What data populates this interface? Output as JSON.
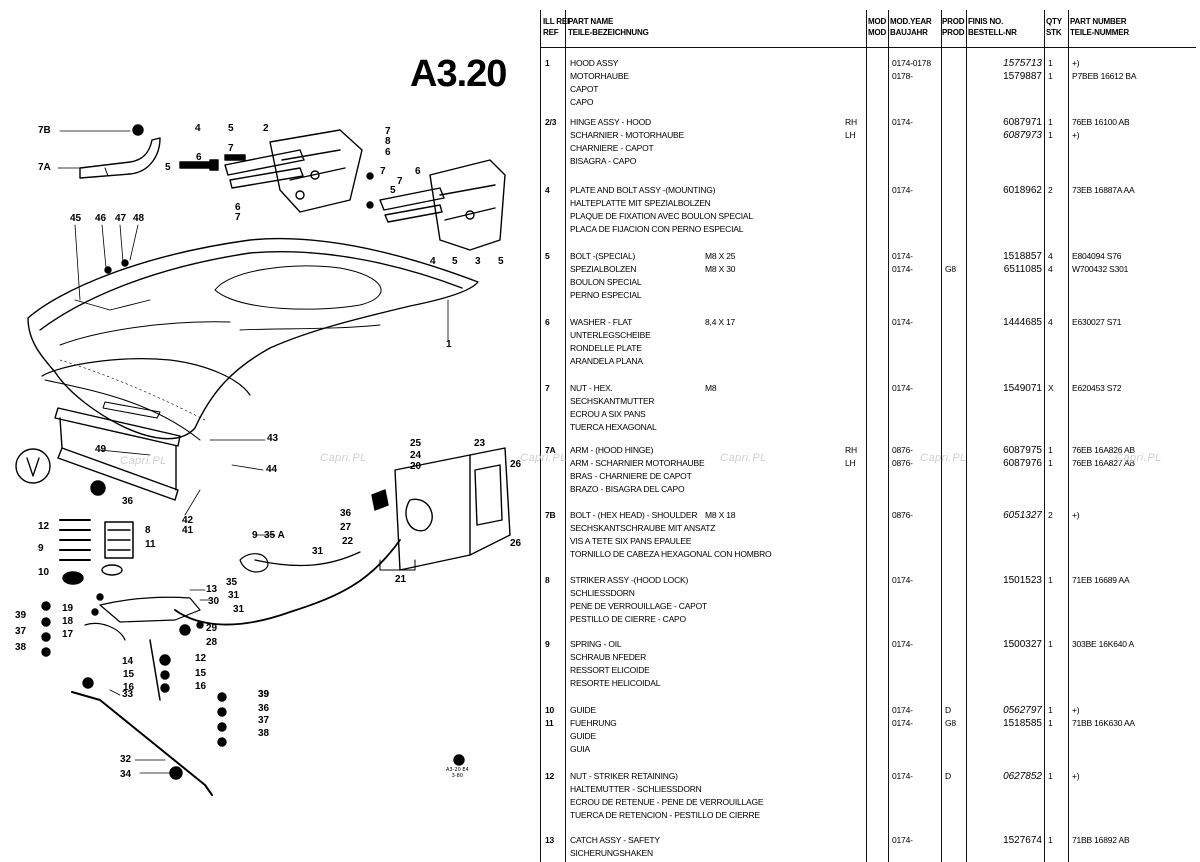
{
  "section_code": "A3.20",
  "watermark": "Capri.PL",
  "stamp_text": [
    "A3-20 E4",
    "3-80"
  ],
  "callouts": [
    "7B",
    "7A",
    "5",
    "4",
    "2",
    "5",
    "6",
    "7",
    "6",
    "7",
    "7",
    "8",
    "6",
    "7",
    "5",
    "7",
    "6",
    "4",
    "5",
    "3",
    "5",
    "45",
    "46",
    "47",
    "48",
    "1",
    "43",
    "44",
    "49",
    "36",
    "42",
    "41",
    "12",
    "8",
    "9",
    "11",
    "10",
    "9",
    "35 A",
    "31",
    "22",
    "36",
    "27",
    "21",
    "25",
    "24",
    "20",
    "23",
    "26",
    "26",
    "13",
    "30",
    "35",
    "31",
    "31",
    "39",
    "19",
    "18",
    "17",
    "29",
    "28",
    "14",
    "15",
    "16",
    "12",
    "15",
    "16",
    "37",
    "38",
    "39",
    "33",
    "32",
    "34",
    "39",
    "36",
    "37",
    "38"
  ],
  "headers": {
    "ill_ref": "ILL REF",
    "ill_ref_2": "REF",
    "part_name_1": "PART NAME",
    "part_name_2": "TEILE-BEZEICHNUNG",
    "mod_1": "MOD",
    "mod_2": "MOD",
    "mod_year_1": "MOD.YEAR",
    "mod_year_2": "BAUJAHR",
    "prod_1": "PROD",
    "prod_2": "PROD",
    "finis_1": "FINIS NO.",
    "finis_2": "BESTELL-NR",
    "qty_1": "QTY",
    "qty_2": "STK",
    "partno_1": "PART NUMBER",
    "partno_2": "TEILE-NUMMER"
  },
  "rows": [
    {
      "ref": "1",
      "names": [
        "HOOD ASSY",
        "MOTORHAUBE",
        "CAPOT",
        "CAPO"
      ],
      "spec": "",
      "side": "",
      "years": [
        "0174-0178",
        "0178-"
      ],
      "prod": [],
      "finis": [
        "1575713",
        "1579887"
      ],
      "finis_italic": [
        true,
        false
      ],
      "qty": [
        "1",
        "1"
      ],
      "partno": [
        "+)",
        "P7BEB 16612 BA"
      ]
    },
    {
      "ref": "2/3",
      "names": [
        "HINGE ASSY - HOOD",
        "SCHARNIER - MOTORHAUBE",
        "CHARNIERE - CAPOT",
        "BISAGRA - CAPO"
      ],
      "spec": "",
      "side": "RH\nLH",
      "years": [
        "0174-"
      ],
      "prod": [],
      "finis": [
        "6087971",
        "6087973"
      ],
      "finis_italic": [
        false,
        true
      ],
      "qty": [
        "1",
        "1"
      ],
      "partno": [
        "76EB 16100 AB",
        "+)"
      ]
    },
    {
      "ref": "4",
      "names": [
        "PLATE AND BOLT ASSY -(MOUNTING)",
        "HALTEPLATTE MIT SPEZIALBOLZEN",
        "PLAQUE DE FIXATION AVEC BOULON SPECIAL",
        "PLACA DE FIJACION CON PERNO ESPECIAL"
      ],
      "spec": "",
      "side": "",
      "years": [
        "0174-"
      ],
      "prod": [],
      "finis": [
        "6018962"
      ],
      "finis_italic": [
        false
      ],
      "qty": [
        "2"
      ],
      "partno": [
        "73EB 16887A AA"
      ]
    },
    {
      "ref": "5",
      "names": [
        "BOLT -(SPECIAL)",
        "SPEZIALBOLZEN",
        "BOULON SPECIAL",
        "PERNO ESPECIAL"
      ],
      "spec": "M8 X 25\nM8 X 30",
      "side": "",
      "years": [
        "0174-",
        "0174-"
      ],
      "prod": [
        "",
        "G8"
      ],
      "finis": [
        "1518857",
        "6511085"
      ],
      "finis_italic": [
        false,
        false
      ],
      "qty": [
        "4",
        "4"
      ],
      "partno": [
        "E804094 S76",
        "W700432 S301"
      ]
    },
    {
      "ref": "6",
      "names": [
        "WASHER - FLAT",
        "UNTERLEGSCHEIBE",
        "RONDELLE PLATE",
        "ARANDELA PLANA"
      ],
      "spec": "8,4 X 17",
      "side": "",
      "years": [
        "0174-"
      ],
      "prod": [],
      "finis": [
        "1444685"
      ],
      "finis_italic": [
        false
      ],
      "qty": [
        "4"
      ],
      "partno": [
        "E630027 S71"
      ]
    },
    {
      "ref": "7",
      "names": [
        "NUT - HEX.",
        "SECHSKANTMUTTER",
        "ECROU A SIX PANS",
        "TUERCA HEXAGONAL"
      ],
      "spec": "M8",
      "side": "",
      "years": [
        "0174-"
      ],
      "prod": [],
      "finis": [
        "1549071"
      ],
      "finis_italic": [
        false
      ],
      "qty": [
        "X"
      ],
      "partno": [
        "E620453 S72"
      ]
    },
    {
      "ref": "7A",
      "names": [
        "ARM - (HOOD HINGE)",
        "ARM - SCHARNIER MOTORHAUBE",
        "BRAS - CHARNIERE DE CAPOT",
        "BRAZO - BISAGRA DEL CAPO"
      ],
      "spec": "",
      "side": "RH\nLH",
      "years": [
        "0876-",
        "0876-"
      ],
      "prod": [],
      "finis": [
        "6087975",
        "6087976"
      ],
      "finis_italic": [
        false,
        false
      ],
      "qty": [
        "1",
        "1"
      ],
      "partno": [
        "76EB 16A826 AB",
        "76EB 16A827 AB"
      ]
    },
    {
      "ref": "7B",
      "names": [
        "BOLT - (HEX HEAD) - SHOULDER",
        "SECHSKANTSCHRAUBE MIT ANSATZ",
        "VIS A TETE SIX PANS EPAULEE",
        "TORNILLO DE CABEZA HEXAGONAL CON HOMBRO"
      ],
      "spec": "M8 X 18",
      "side": "",
      "years": [
        "0876-"
      ],
      "prod": [],
      "finis": [
        "6051327"
      ],
      "finis_italic": [
        true
      ],
      "qty": [
        "2"
      ],
      "partno": [
        "+)"
      ]
    },
    {
      "ref": "8",
      "names": [
        "STRIKER ASSY -(HOOD LOCK)",
        "SCHLIESSDORN",
        "PENE DE VERROUILLAGE - CAPOT",
        "PESTILLO DE CIERRE - CAPO"
      ],
      "spec": "",
      "side": "",
      "years": [
        "0174-"
      ],
      "prod": [],
      "finis": [
        "1501523"
      ],
      "finis_italic": [
        false
      ],
      "qty": [
        "1"
      ],
      "partno": [
        "71EB 16689 AA"
      ]
    },
    {
      "ref": "9",
      "names": [
        "SPRING - OIL",
        "SCHRAUB NFEDER",
        "RESSORT ELICOIDE",
        "RESORTE HELICOIDAL"
      ],
      "spec": "",
      "side": "",
      "years": [
        "0174-"
      ],
      "prod": [],
      "finis": [
        "1500327"
      ],
      "finis_italic": [
        false
      ],
      "qty": [
        "1"
      ],
      "partno": [
        "303BE 16K640 A"
      ]
    },
    {
      "ref": "10\n11",
      "names": [
        "GUIDE",
        "FUEHRUNG",
        "GUIDE",
        "GUIA"
      ],
      "spec": "",
      "side": "",
      "years": [
        "0174-",
        "0174-"
      ],
      "prod": [
        "D",
        "G8"
      ],
      "finis": [
        "0562797",
        "1518585"
      ],
      "finis_italic": [
        true,
        false
      ],
      "qty": [
        "1",
        "1"
      ],
      "partno": [
        "+)",
        "71BB 16K630 AA"
      ]
    },
    {
      "ref": "12",
      "names": [
        "NUT - STRIKER RETAINING)",
        "HALTEMUTTER - SCHLIESSDORN",
        "ECROU DE RETENUE - PENE DE VERROUILLAGE",
        "TUERCA DE RETENCION - PESTILLO DE CIERRE"
      ],
      "spec": "",
      "side": "",
      "years": [
        "0174-"
      ],
      "prod": [
        "D"
      ],
      "finis": [
        "0627852"
      ],
      "finis_italic": [
        true
      ],
      "qty": [
        "1"
      ],
      "partno": [
        "+)"
      ]
    },
    {
      "ref": "13",
      "names": [
        "CATCH ASSY - SAFETY",
        "SICHERUNGSHAKEN"
      ],
      "spec": "",
      "side": "",
      "years": [
        "0174-"
      ],
      "prod": [],
      "finis": [
        "1527674"
      ],
      "finis_italic": [
        false
      ],
      "qty": [
        "1"
      ],
      "partno": [
        "71BB 16892 AB"
      ]
    }
  ]
}
